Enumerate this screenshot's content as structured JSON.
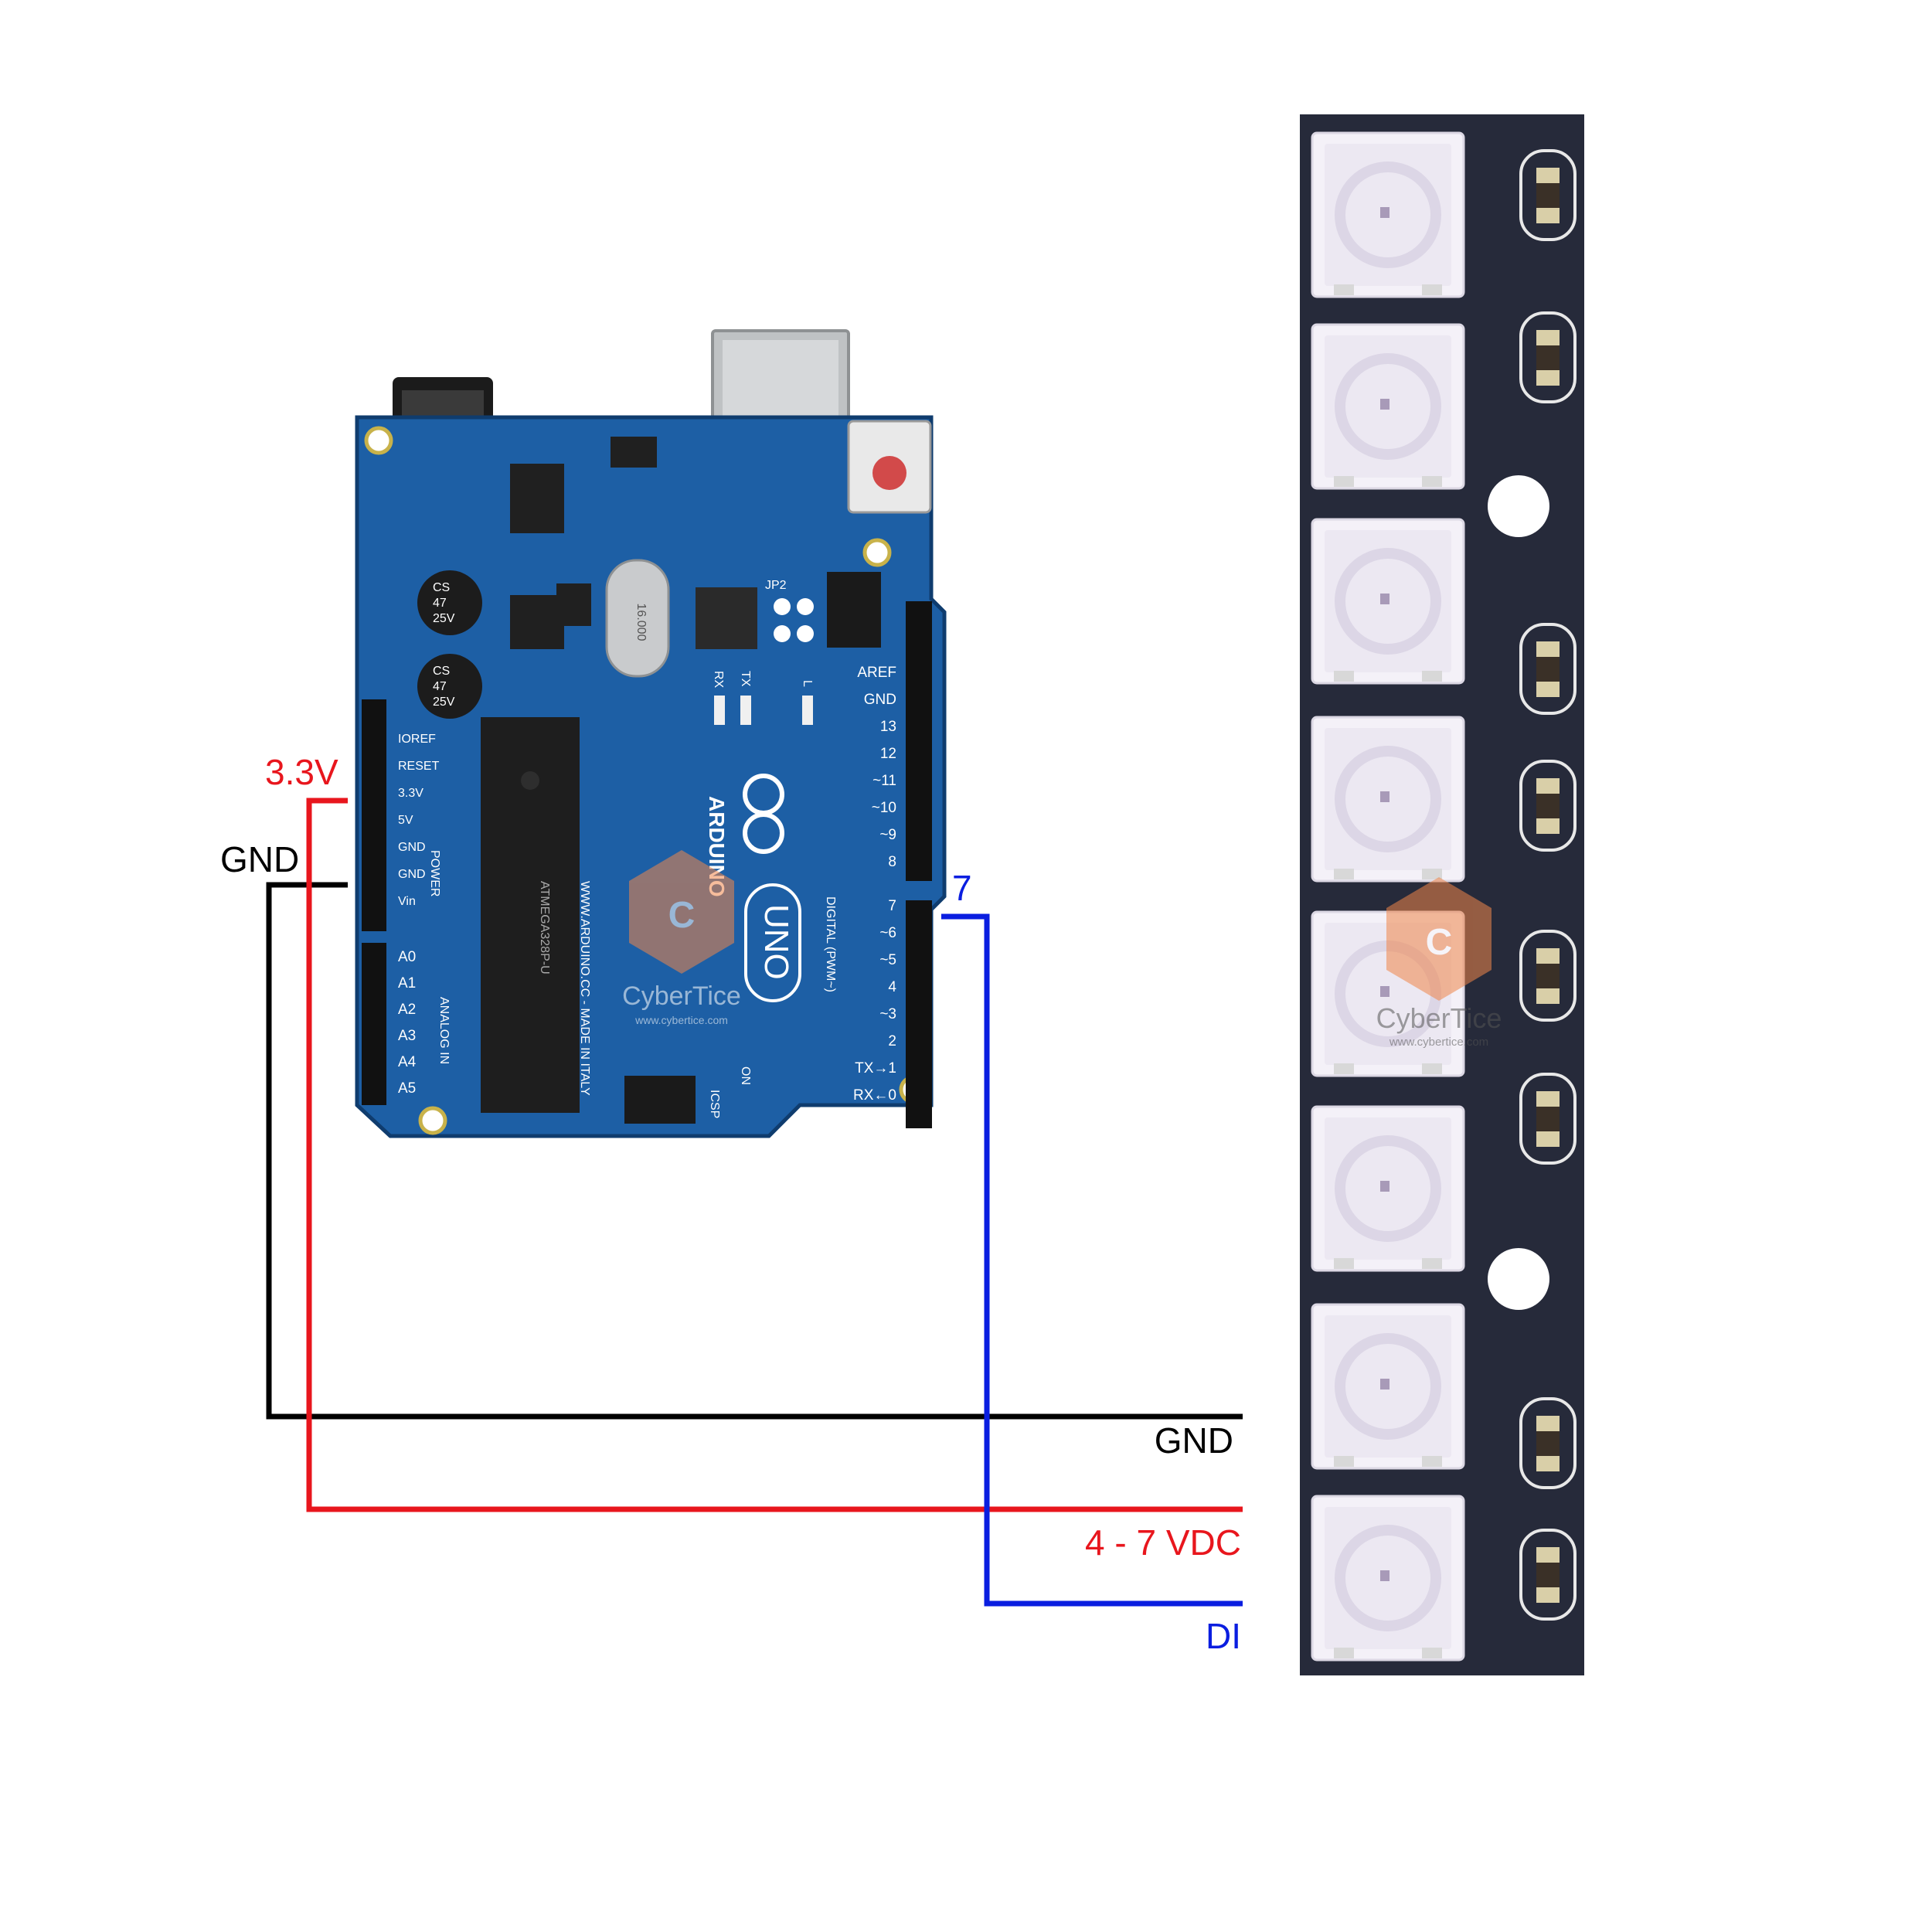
{
  "labels": {
    "arduino_3v3": "3.3V",
    "arduino_gnd": "GND",
    "arduino_pin": "7",
    "strip_gnd": "GND",
    "strip_vdc": "4 - 7 VDC",
    "strip_di": "DI"
  },
  "colors": {
    "vcc_wire": "#e8161d",
    "gnd_wire": "#000000",
    "data_wire": "#0a1ee0",
    "board": "#1d5fa5",
    "strip_pcb": "#262a3a"
  },
  "arduino": {
    "power_header": [
      "IOREF",
      "RESET",
      "3.3V",
      "5V",
      "GND",
      "GND",
      "Vin"
    ],
    "analog_header": [
      "A0",
      "A1",
      "A2",
      "A3",
      "A4",
      "A5"
    ],
    "digital_high": [
      "AREF",
      "GND",
      "13",
      "12",
      "~11",
      "~10",
      "~9",
      "8"
    ],
    "digital_low": [
      "7",
      "~6",
      "~5",
      "4",
      "~3",
      "2",
      "TX→1",
      "RX←0"
    ],
    "power_title": "POWER",
    "analog_title": "ANALOG IN",
    "digital_title": "DIGITAL (PWM~)",
    "brand": "ARDUINO",
    "model": "UNO",
    "made_in": "WWW.ARDUINO.CC - MADE IN ITALY",
    "cap_label_1": "CS",
    "cap_label_2": "47",
    "cap_label_3": "25V",
    "crystal": "16.000",
    "rx": "RX",
    "tx": "TX",
    "jp2": "JP2",
    "icsp": "ICSP",
    "on": "ON",
    "l_led": "L",
    "chip": "ATMEGA328P-U"
  },
  "watermark": {
    "name": "CyberTice",
    "url": "www.cybertice.com"
  }
}
